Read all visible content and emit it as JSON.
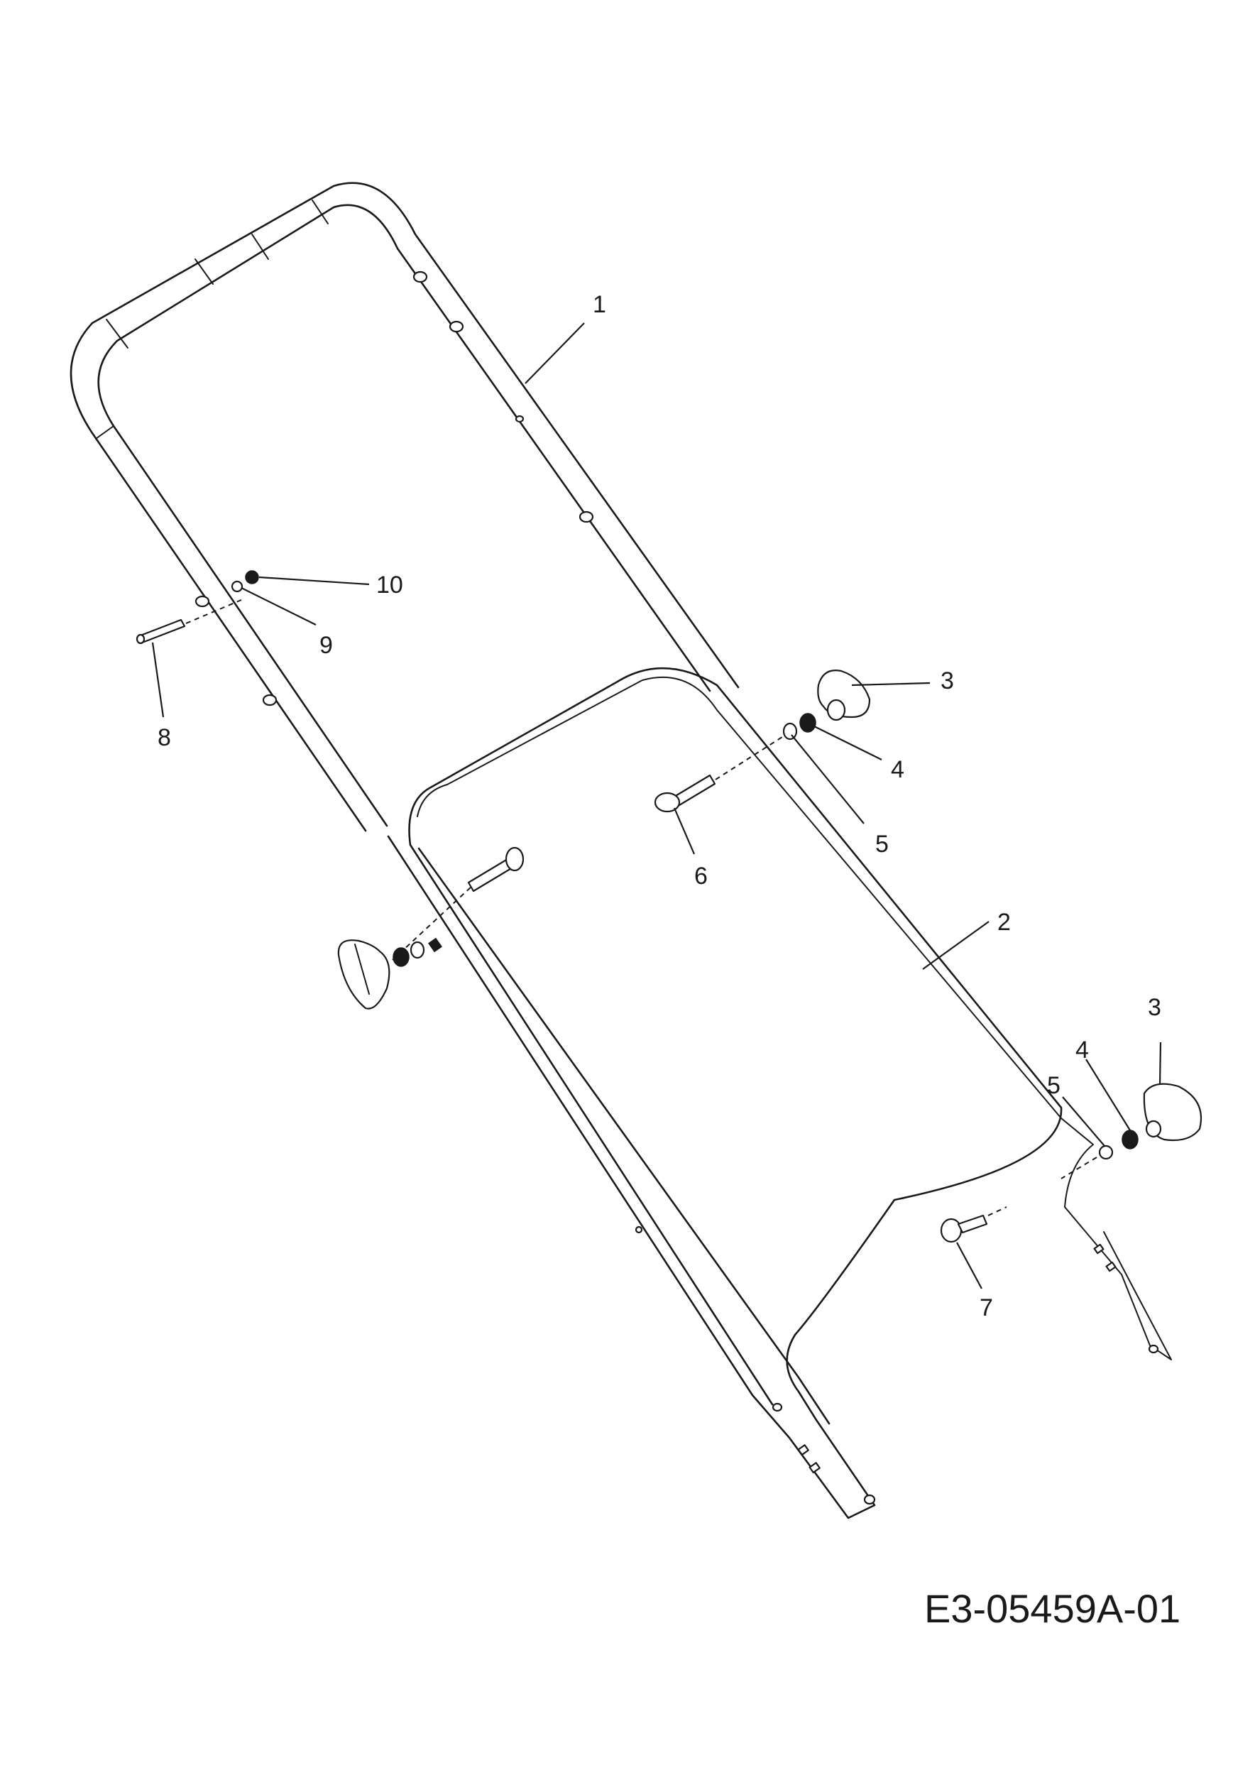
{
  "drawing_id": "E3-05459A-01",
  "callouts": {
    "c1": "1",
    "c2": "2",
    "c3a": "3",
    "c3b": "3",
    "c4a": "4",
    "c4b": "4",
    "c5a": "5",
    "c5b": "5",
    "c6": "6",
    "c7": "7",
    "c8": "8",
    "c9": "9",
    "c10": "10"
  },
  "colors": {
    "line": "#1a1a1a",
    "background": "#ffffff"
  }
}
